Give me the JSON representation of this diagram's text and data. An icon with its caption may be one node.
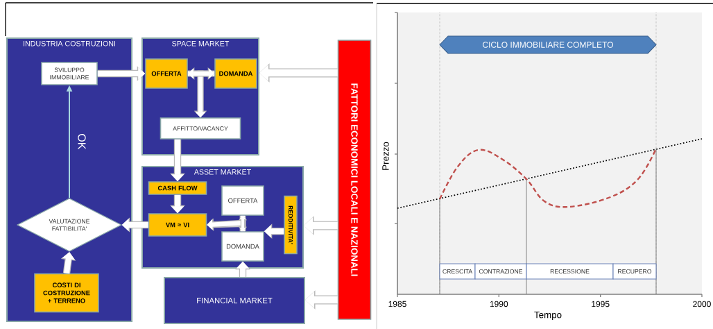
{
  "diagram": {
    "nodes": [
      {
        "text": [
          "INDUSTRIA COSTRUZIONI"
        ]
      },
      {
        "text": [
          "SVILUPPO IMMOBILIARE"
        ],
        "in": 0
      },
      {
        "text": [
          "VALUTAZIONE FATTIBILITA'"
        ],
        "in": 0
      },
      {
        "text": [
          "COSTI DI COSTRUZIONE + TERRENO"
        ],
        "in": 0
      },
      {
        "text": [
          "SPACE MARKET"
        ]
      },
      {
        "text": [
          "OFFERTA"
        ],
        "in": 4
      },
      {
        "text": [
          "DOMANDA"
        ],
        "in": 4
      },
      {
        "text": [
          "AFFITTO/VACANCY"
        ],
        "in": 4
      },
      {
        "text": [
          "ASSET MARKET"
        ]
      },
      {
        "text": [
          "CASH FLOW"
        ],
        "in": 8
      },
      {
        "text": [
          "VM ≈ VI"
        ],
        "in": 8
      },
      {
        "text": [
          "OFFERTA"
        ],
        "in": 8
      },
      {
        "text": [
          "DOMANDA"
        ],
        "in": 8
      },
      {
        "text": [
          "REDDITIVITA'"
        ],
        "in": 8
      },
      {
        "text": [
          "FINANCIAL MARKET"
        ]
      },
      {
        "text": [
          "FATTORI ECONOMICI LOCALI E NAZIONALI"
        ]
      },
      {
        "text": [
          "CICLO IMMOBILIARE  COMPLETO"
        ]
      },
      {
        "text": [
          "CRESCITA"
        ]
      },
      {
        "text": [
          "CONTRAZIONE"
        ]
      },
      {
        "text": [
          "RECESSIONE"
        ]
      },
      {
        "text": [
          "RECUPERO"
        ]
      }
    ],
    "edges": [
      {
        "from": 2,
        "to": 1,
        "arrow": "to",
        "label": "OK",
        "color": "#a8d8e0"
      },
      {
        "from": 3,
        "to": 2,
        "arrow": "to"
      },
      {
        "from": 1,
        "to": 5,
        "arrow": "to"
      },
      {
        "from": 5,
        "to": 6,
        "arrow": "both"
      },
      {
        "from": 5,
        "to": 7,
        "arrow": "to"
      },
      {
        "from": 6,
        "to": 7,
        "arrow": "to"
      },
      {
        "from": 7,
        "to": 9,
        "arrow": "to"
      },
      {
        "from": 9,
        "to": 10,
        "arrow": "to"
      },
      {
        "from": 10,
        "to": 2,
        "arrow": "to"
      },
      {
        "from": 11,
        "to": 12,
        "arrow": "both"
      },
      {
        "from": 11,
        "to": 10,
        "arrow": "to"
      },
      {
        "from": 12,
        "to": 10,
        "arrow": "to"
      },
      {
        "from": 13,
        "to": 12,
        "arrow": "to"
      },
      {
        "from": 14,
        "to": 12,
        "arrow": "to"
      },
      {
        "from": 15,
        "to": 4,
        "arrow": "to"
      },
      {
        "from": 15,
        "to": 8,
        "arrow": "to"
      },
      {
        "from": 15,
        "to": 14,
        "arrow": "to"
      }
    ],
    "labels": [
      "Prezzo",
      "Tempo",
      "1985",
      "1990",
      "1995",
      "2000"
    ]
  }
}
